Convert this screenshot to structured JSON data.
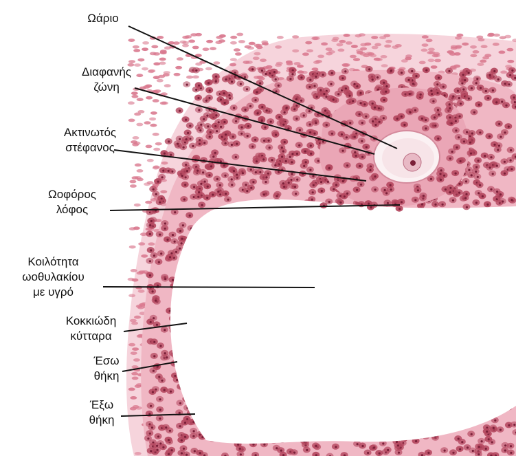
{
  "labels": {
    "oocyte": [
      "Ωάριο"
    ],
    "zona_pellucida": [
      "Διαφανής",
      "ζώνη"
    ],
    "corona_radiata": [
      "Ακτινωτός",
      "στέφανος"
    ],
    "cumulus": [
      "Ωοφόρος",
      "λόφος"
    ],
    "antrum": [
      "Κοιλότητα",
      "ωοθυλακίου",
      "με υγρό"
    ],
    "granulosa": [
      "Κοκκιώδη",
      "κύτταρα"
    ],
    "theca_interna": [
      "Έσω",
      "θήκη"
    ],
    "theca_externa": [
      "Έξω",
      "θήκη"
    ]
  },
  "colors": {
    "tissue_background": "#f3c9d2",
    "stroma_cell": "#d9788e",
    "granulosa_cell": "#b54860",
    "nucleus": "#7a1f38",
    "antrum_fluid": "#ffffff",
    "oocyte": "#f7e4e8",
    "zona": "#fbf1f3",
    "leader_line": "#111111",
    "label_text": "#111111"
  }
}
